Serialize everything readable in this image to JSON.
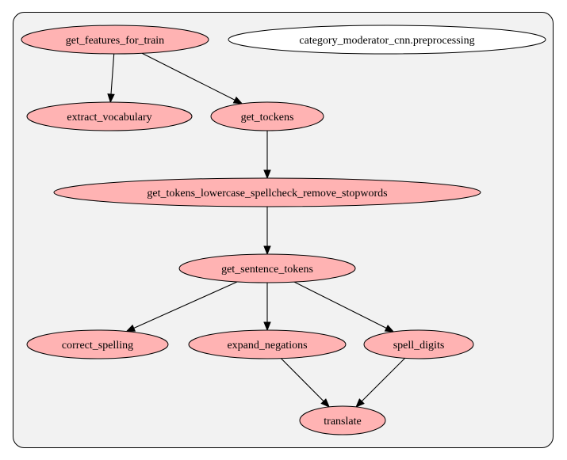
{
  "graph": {
    "cluster_fill": "#f2f2f2",
    "cluster_stroke": "#000000",
    "node_fill": "#ffb3b3",
    "module_fill": "#ffffff",
    "nodes": [
      {
        "id": "get_features_for_train",
        "label": "get_features_for_train",
        "kind": "function"
      },
      {
        "id": "module",
        "label": "category_moderator_cnn.preprocessing",
        "kind": "module"
      },
      {
        "id": "extract_vocabulary",
        "label": "extract_vocabulary",
        "kind": "function"
      },
      {
        "id": "get_tockens",
        "label": "get_tockens",
        "kind": "function"
      },
      {
        "id": "get_tokens_lowercase",
        "label": "get_tokens_lowercase_spellcheck_remove_stopwords",
        "kind": "function"
      },
      {
        "id": "get_sentence_tokens",
        "label": "get_sentence_tokens",
        "kind": "function"
      },
      {
        "id": "correct_spelling",
        "label": "correct_spelling",
        "kind": "function"
      },
      {
        "id": "expand_negations",
        "label": "expand_negations",
        "kind": "function"
      },
      {
        "id": "spell_digits",
        "label": "spell_digits",
        "kind": "function"
      },
      {
        "id": "translate",
        "label": "translate",
        "kind": "function"
      }
    ],
    "edges": [
      {
        "from": "get_features_for_train",
        "to": "extract_vocabulary"
      },
      {
        "from": "get_features_for_train",
        "to": "get_tockens"
      },
      {
        "from": "get_tockens",
        "to": "get_tokens_lowercase"
      },
      {
        "from": "get_tokens_lowercase",
        "to": "get_sentence_tokens"
      },
      {
        "from": "get_sentence_tokens",
        "to": "correct_spelling"
      },
      {
        "from": "get_sentence_tokens",
        "to": "expand_negations"
      },
      {
        "from": "get_sentence_tokens",
        "to": "spell_digits"
      },
      {
        "from": "expand_negations",
        "to": "translate"
      },
      {
        "from": "spell_digits",
        "to": "translate"
      }
    ]
  }
}
